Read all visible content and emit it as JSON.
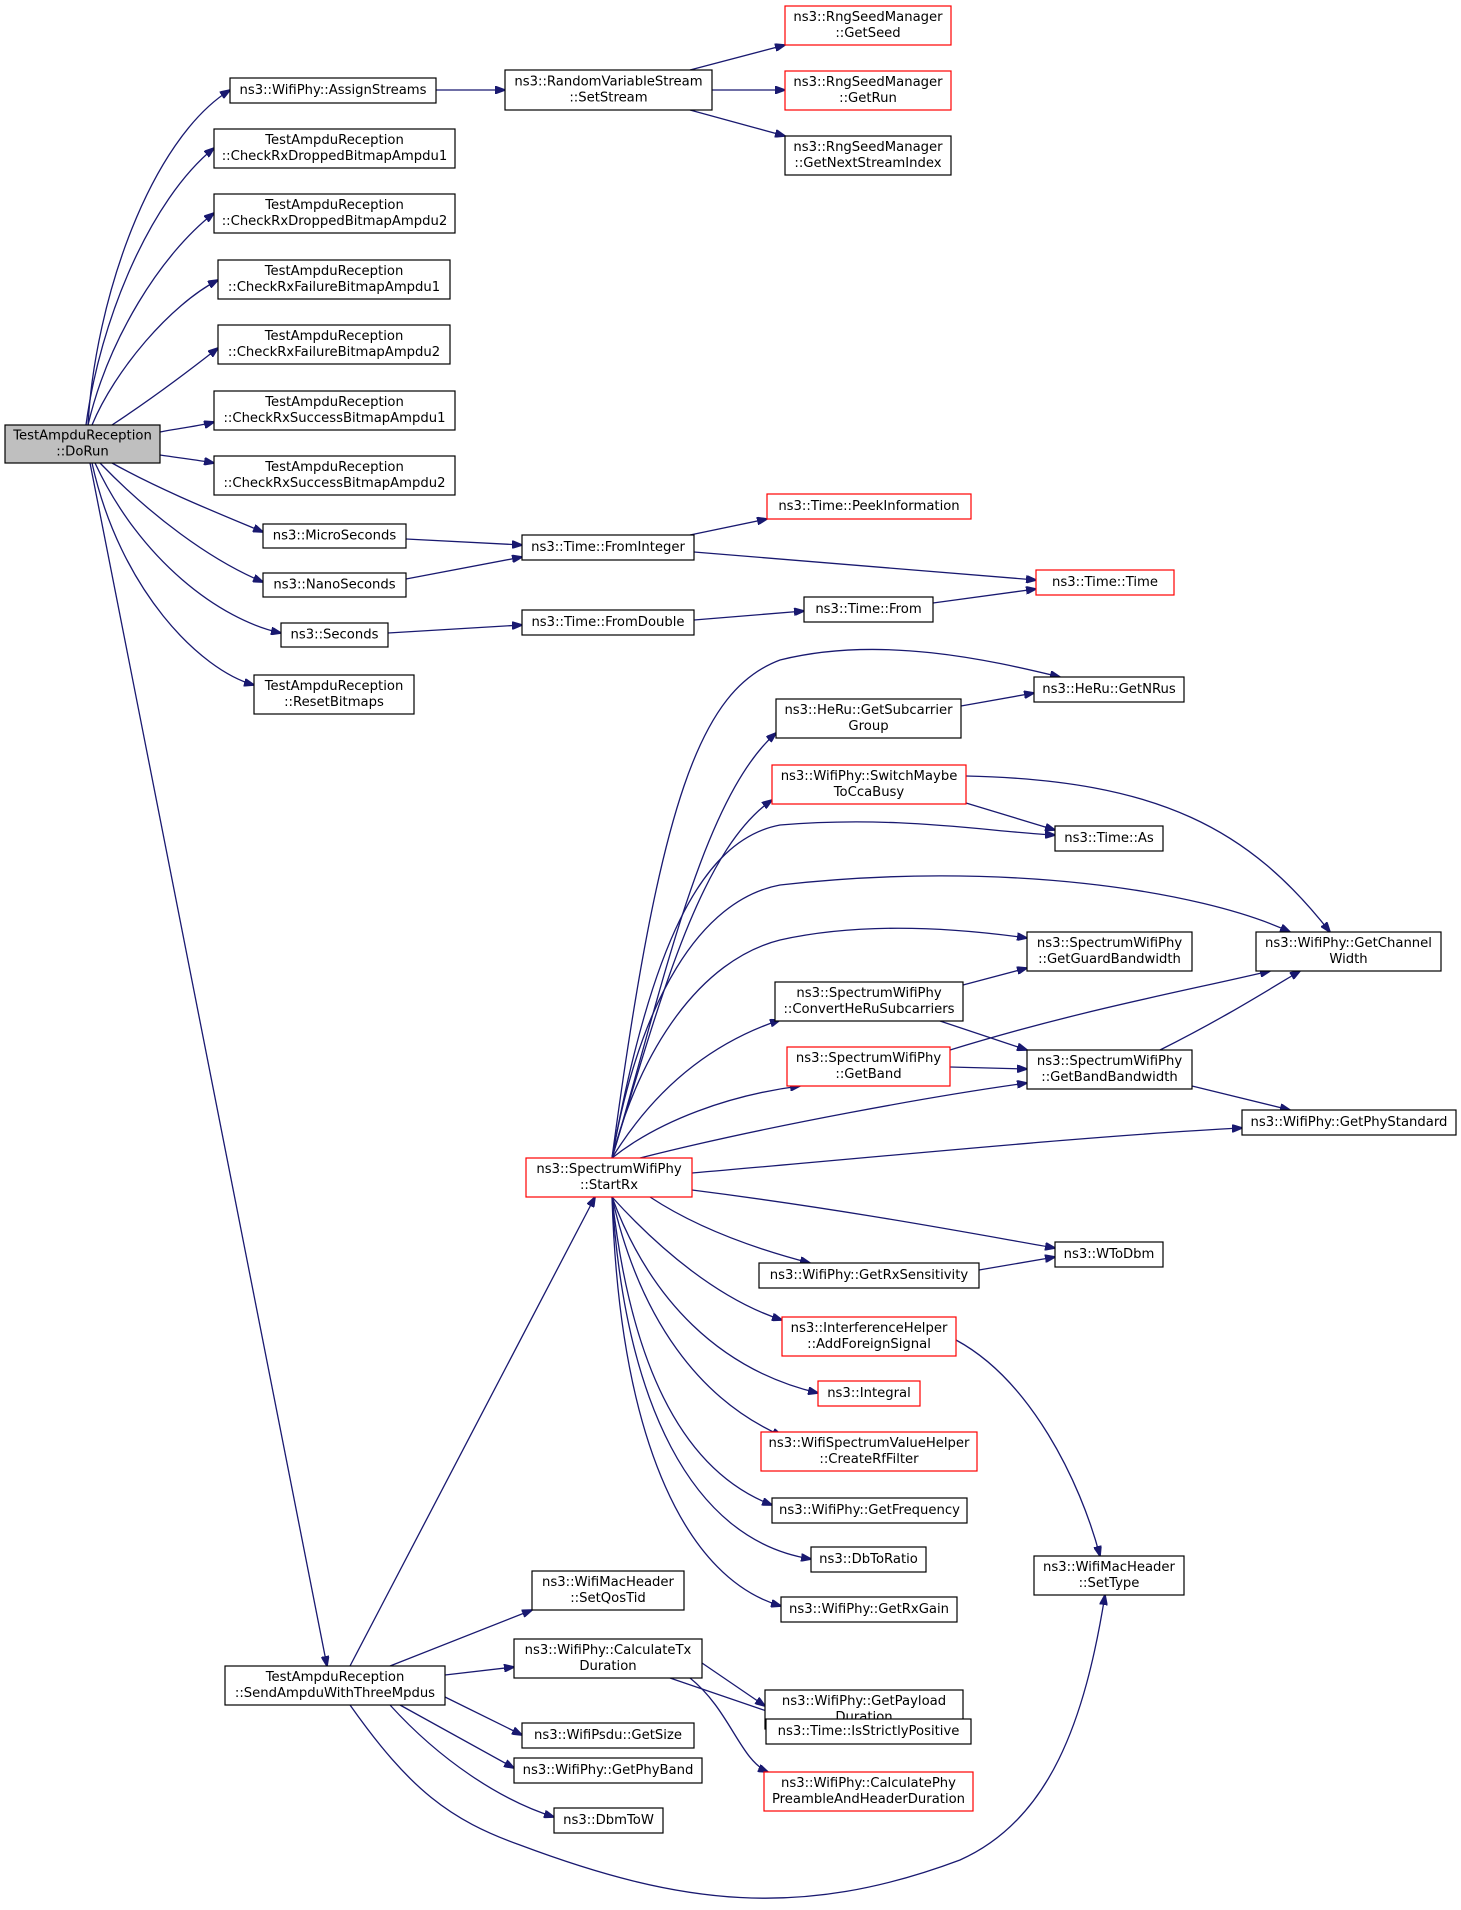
{
  "colors": {
    "edge": "#191970",
    "node_border": "#000000",
    "node_border_highlight": "#ff0000",
    "root_fill": "#bfbfbf",
    "node_fill": "#ffffff"
  },
  "nodes": [
    {
      "id": "dorun",
      "style": "root",
      "lines": [
        "TestAmpduReception",
        "::DoRun"
      ]
    },
    {
      "id": "assignstreams",
      "style": "normal",
      "lines": [
        "ns3::WifiPhy::AssignStreams"
      ]
    },
    {
      "id": "setstream",
      "style": "normal",
      "lines": [
        "ns3::RandomVariableStream",
        "::SetStream"
      ]
    },
    {
      "id": "getseed",
      "style": "highlight",
      "lines": [
        "ns3::RngSeedManager",
        "::GetSeed"
      ]
    },
    {
      "id": "getrun",
      "style": "highlight",
      "lines": [
        "ns3::RngSeedManager",
        "::GetRun"
      ]
    },
    {
      "id": "getnextstream",
      "style": "normal",
      "lines": [
        "ns3::RngSeedManager",
        "::GetNextStreamIndex"
      ]
    },
    {
      "id": "droppedampdu1",
      "style": "normal",
      "lines": [
        "TestAmpduReception",
        "::CheckRxDroppedBitmapAmpdu1"
      ]
    },
    {
      "id": "droppedampdu2",
      "style": "normal",
      "lines": [
        "TestAmpduReception",
        "::CheckRxDroppedBitmapAmpdu2"
      ]
    },
    {
      "id": "failureampdu1",
      "style": "normal",
      "lines": [
        "TestAmpduReception",
        "::CheckRxFailureBitmapAmpdu1"
      ]
    },
    {
      "id": "failureampdu2",
      "style": "normal",
      "lines": [
        "TestAmpduReception",
        "::CheckRxFailureBitmapAmpdu2"
      ]
    },
    {
      "id": "successampdu1",
      "style": "normal",
      "lines": [
        "TestAmpduReception",
        "::CheckRxSuccessBitmapAmpdu1"
      ]
    },
    {
      "id": "successampdu2",
      "style": "normal",
      "lines": [
        "TestAmpduReception",
        "::CheckRxSuccessBitmapAmpdu2"
      ]
    },
    {
      "id": "microseconds",
      "style": "normal",
      "lines": [
        "ns3::MicroSeconds"
      ]
    },
    {
      "id": "nanoseconds",
      "style": "normal",
      "lines": [
        "ns3::NanoSeconds"
      ]
    },
    {
      "id": "seconds",
      "style": "normal",
      "lines": [
        "ns3::Seconds"
      ]
    },
    {
      "id": "resetbitmaps",
      "style": "normal",
      "lines": [
        "TestAmpduReception",
        "::ResetBitmaps"
      ]
    },
    {
      "id": "frominteger",
      "style": "normal",
      "lines": [
        "ns3::Time::FromInteger"
      ]
    },
    {
      "id": "fromdouble",
      "style": "normal",
      "lines": [
        "ns3::Time::FromDouble"
      ]
    },
    {
      "id": "peekinfo",
      "style": "highlight",
      "lines": [
        "ns3::Time::PeekInformation"
      ]
    },
    {
      "id": "timefrom",
      "style": "normal",
      "lines": [
        "ns3::Time::From"
      ]
    },
    {
      "id": "timetime",
      "style": "highlight",
      "lines": [
        "ns3::Time::Time"
      ]
    },
    {
      "id": "startrx",
      "style": "highlight",
      "lines": [
        "ns3::SpectrumWifiPhy",
        "::StartRx"
      ]
    },
    {
      "id": "getsubcarrier",
      "style": "normal",
      "lines": [
        "ns3::HeRu::GetSubcarrier",
        "Group"
      ]
    },
    {
      "id": "getnrus",
      "style": "normal",
      "lines": [
        "ns3::HeRu::GetNRus"
      ]
    },
    {
      "id": "switchcca",
      "style": "highlight",
      "lines": [
        "ns3::WifiPhy::SwitchMaybe",
        "ToCcaBusy"
      ]
    },
    {
      "id": "timeas",
      "style": "normal",
      "lines": [
        "ns3::Time::As"
      ]
    },
    {
      "id": "getchannelwidth",
      "style": "normal",
      "lines": [
        "ns3::WifiPhy::GetChannel",
        "Width"
      ]
    },
    {
      "id": "getguardbw",
      "style": "normal",
      "lines": [
        "ns3::SpectrumWifiPhy",
        "::GetGuardBandwidth"
      ]
    },
    {
      "id": "convertheru",
      "style": "normal",
      "lines": [
        "ns3::SpectrumWifiPhy",
        "::ConvertHeRuSubcarriers"
      ]
    },
    {
      "id": "getband",
      "style": "highlight",
      "lines": [
        "ns3::SpectrumWifiPhy",
        "::GetBand"
      ]
    },
    {
      "id": "getbandbw",
      "style": "normal",
      "lines": [
        "ns3::SpectrumWifiPhy",
        "::GetBandBandwidth"
      ]
    },
    {
      "id": "getphystandard",
      "style": "normal",
      "lines": [
        "ns3::WifiPhy::GetPhyStandard"
      ]
    },
    {
      "id": "wtodbm",
      "style": "normal",
      "lines": [
        "ns3::WToDbm"
      ]
    },
    {
      "id": "getrxsens",
      "style": "normal",
      "lines": [
        "ns3::WifiPhy::GetRxSensitivity"
      ]
    },
    {
      "id": "addforeign",
      "style": "highlight",
      "lines": [
        "ns3::InterferenceHelper",
        "::AddForeignSignal"
      ]
    },
    {
      "id": "integral",
      "style": "highlight",
      "lines": [
        "ns3::Integral"
      ]
    },
    {
      "id": "createrf",
      "style": "highlight",
      "lines": [
        "ns3::WifiSpectrumValueHelper",
        "::CreateRfFilter"
      ]
    },
    {
      "id": "getfrequency",
      "style": "normal",
      "lines": [
        "ns3::WifiPhy::GetFrequency"
      ]
    },
    {
      "id": "dbtoratio",
      "style": "normal",
      "lines": [
        "ns3::DbToRatio"
      ]
    },
    {
      "id": "getrxgain",
      "style": "normal",
      "lines": [
        "ns3::WifiPhy::GetRxGain"
      ]
    },
    {
      "id": "settype",
      "style": "normal",
      "lines": [
        "ns3::WifiMacHeader",
        "::SetType"
      ]
    },
    {
      "id": "setqostid",
      "style": "normal",
      "lines": [
        "ns3::WifiMacHeader",
        "::SetQosTid"
      ]
    },
    {
      "id": "sendampdu",
      "style": "normal",
      "lines": [
        "TestAmpduReception",
        "::SendAmpduWithThreeMpdus"
      ]
    },
    {
      "id": "calctx",
      "style": "normal",
      "lines": [
        "ns3::WifiPhy::CalculateTx",
        "Duration"
      ]
    },
    {
      "id": "getpayload",
      "style": "normal",
      "lines": [
        "ns3::WifiPhy::GetPayload",
        "Duration"
      ]
    },
    {
      "id": "psdugetsize",
      "style": "normal",
      "lines": [
        "ns3::WifiPsdu::GetSize"
      ]
    },
    {
      "id": "isstrictly",
      "style": "normal",
      "lines": [
        "ns3::Time::IsStrictlyPositive"
      ]
    },
    {
      "id": "getphyband",
      "style": "normal",
      "lines": [
        "ns3::WifiPhy::GetPhyBand"
      ]
    },
    {
      "id": "calcpreamble",
      "style": "highlight",
      "lines": [
        "ns3::WifiPhy::CalculatePhy",
        "PreambleAndHeaderDuration"
      ]
    },
    {
      "id": "dbmtow",
      "style": "normal",
      "lines": [
        "ns3::DbmToW"
      ]
    }
  ],
  "edges": [
    {
      "from": "dorun",
      "to": "assignstreams"
    },
    {
      "from": "dorun",
      "to": "droppedampdu1"
    },
    {
      "from": "dorun",
      "to": "droppedampdu2"
    },
    {
      "from": "dorun",
      "to": "failureampdu1"
    },
    {
      "from": "dorun",
      "to": "failureampdu2"
    },
    {
      "from": "dorun",
      "to": "successampdu1"
    },
    {
      "from": "dorun",
      "to": "successampdu2"
    },
    {
      "from": "dorun",
      "to": "microseconds"
    },
    {
      "from": "dorun",
      "to": "nanoseconds"
    },
    {
      "from": "dorun",
      "to": "seconds"
    },
    {
      "from": "dorun",
      "to": "resetbitmaps"
    },
    {
      "from": "dorun",
      "to": "sendampdu"
    },
    {
      "from": "assignstreams",
      "to": "setstream"
    },
    {
      "from": "setstream",
      "to": "getseed"
    },
    {
      "from": "setstream",
      "to": "getrun"
    },
    {
      "from": "setstream",
      "to": "getnextstream"
    },
    {
      "from": "microseconds",
      "to": "frominteger"
    },
    {
      "from": "nanoseconds",
      "to": "frominteger"
    },
    {
      "from": "seconds",
      "to": "fromdouble"
    },
    {
      "from": "frominteger",
      "to": "peekinfo"
    },
    {
      "from": "frominteger",
      "to": "timetime"
    },
    {
      "from": "fromdouble",
      "to": "timefrom"
    },
    {
      "from": "timefrom",
      "to": "timetime"
    },
    {
      "from": "startrx",
      "to": "getsubcarrier"
    },
    {
      "from": "startrx",
      "to": "getnrus"
    },
    {
      "from": "startrx",
      "to": "switchcca"
    },
    {
      "from": "startrx",
      "to": "timeas"
    },
    {
      "from": "startrx",
      "to": "getchannelwidth"
    },
    {
      "from": "startrx",
      "to": "getguardbw"
    },
    {
      "from": "startrx",
      "to": "convertheru"
    },
    {
      "from": "startrx",
      "to": "getband"
    },
    {
      "from": "startrx",
      "to": "getbandbw"
    },
    {
      "from": "startrx",
      "to": "getphystandard"
    },
    {
      "from": "startrx",
      "to": "wtodbm"
    },
    {
      "from": "startrx",
      "to": "getrxsens"
    },
    {
      "from": "startrx",
      "to": "addforeign"
    },
    {
      "from": "startrx",
      "to": "integral"
    },
    {
      "from": "startrx",
      "to": "createrf"
    },
    {
      "from": "startrx",
      "to": "getfrequency"
    },
    {
      "from": "startrx",
      "to": "dbtoratio"
    },
    {
      "from": "startrx",
      "to": "getrxgain"
    },
    {
      "from": "getsubcarrier",
      "to": "getnrus"
    },
    {
      "from": "switchcca",
      "to": "timeas"
    },
    {
      "from": "switchcca",
      "to": "getchannelwidth"
    },
    {
      "from": "convertheru",
      "to": "getguardbw"
    },
    {
      "from": "convertheru",
      "to": "getbandbw"
    },
    {
      "from": "getband",
      "to": "getchannelwidth"
    },
    {
      "from": "getband",
      "to": "getbandbw"
    },
    {
      "from": "getbandbw",
      "to": "getchannelwidth"
    },
    {
      "from": "getbandbw",
      "to": "getphystandard"
    },
    {
      "from": "getrxsens",
      "to": "wtodbm"
    },
    {
      "from": "addforeign",
      "to": "settype"
    },
    {
      "from": "sendampdu",
      "to": "startrx"
    },
    {
      "from": "sendampdu",
      "to": "setqostid"
    },
    {
      "from": "sendampdu",
      "to": "calctx"
    },
    {
      "from": "sendampdu",
      "to": "psdugetsize"
    },
    {
      "from": "sendampdu",
      "to": "getphyband"
    },
    {
      "from": "sendampdu",
      "to": "dbmtow"
    },
    {
      "from": "sendampdu",
      "to": "settype"
    },
    {
      "from": "calctx",
      "to": "getpayload"
    },
    {
      "from": "calctx",
      "to": "isstrictly"
    },
    {
      "from": "calctx",
      "to": "calcpreamble"
    }
  ]
}
